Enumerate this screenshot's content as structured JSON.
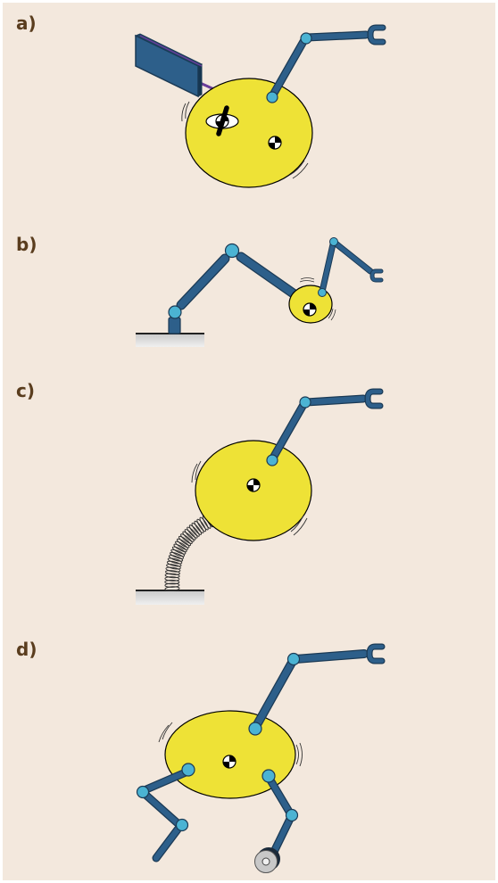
{
  "panels": [
    {
      "id": "a",
      "label": "a)"
    },
    {
      "id": "b",
      "label": "b)"
    },
    {
      "id": "c",
      "label": "c)"
    },
    {
      "id": "d",
      "label": "d)"
    }
  ],
  "colors": {
    "background": "#f3e8dd",
    "body": "#eee236",
    "link": "#2d5f8a",
    "joint": "#4bb3d3",
    "label": "#5a3d1e",
    "tether": "#6a3d9a"
  }
}
